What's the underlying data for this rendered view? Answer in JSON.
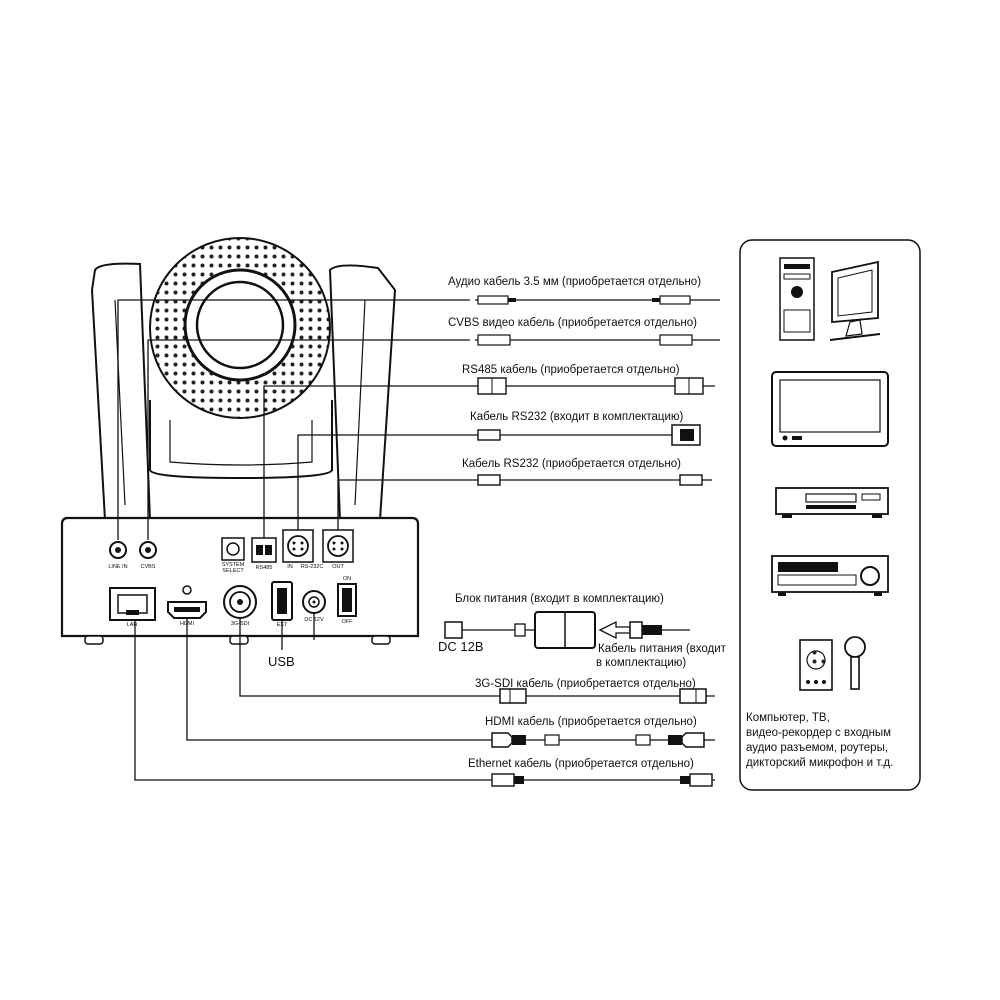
{
  "cables": [
    {
      "label": "Аудио кабель 3.5 мм (приобретается отдельно)"
    },
    {
      "label": "CVBS видео кабель (приобретается отдельно)"
    },
    {
      "label": "RS485 кабель (приобретается отдельно)"
    },
    {
      "label": "Кабель RS232 (входит в комплектацию)"
    },
    {
      "label": "Кабель RS232 (приобретается отдельно)"
    },
    {
      "label": "3G-SDI кабель (приобретается отдельно)"
    },
    {
      "label": "HDMI кабель (приобретается отдельно)"
    },
    {
      "label": "Ethernet кабель (приобретается отдельно)"
    }
  ],
  "power": {
    "supply_label": "Блок питания (входит в комплектацию)",
    "dc_label": "DC 12В",
    "cable_label_line1": "Кабель питания (входит",
    "cable_label_line2": "в комплектацию)"
  },
  "usb_label": "USB",
  "ports": {
    "line_in": "LINE IN",
    "cvbs": "CVBS",
    "system_select": "SYSTEM SELECT",
    "rs485": "RS485",
    "rs232_in": "IN",
    "rs232": "RS-232C",
    "rs232_out": "OUT",
    "lan": "LAN",
    "hdmi": "HDMI",
    "sdi": "3G-SDI",
    "usb_ext": "EXT",
    "dc": "DC 12V",
    "on": "ON",
    "off": "OFF"
  },
  "devices_caption": [
    "Компьютер, ТВ,",
    "видео-рекордер с входным",
    "аудио разъемом, роутеры,",
    "дикторский микрофон и т.д."
  ]
}
